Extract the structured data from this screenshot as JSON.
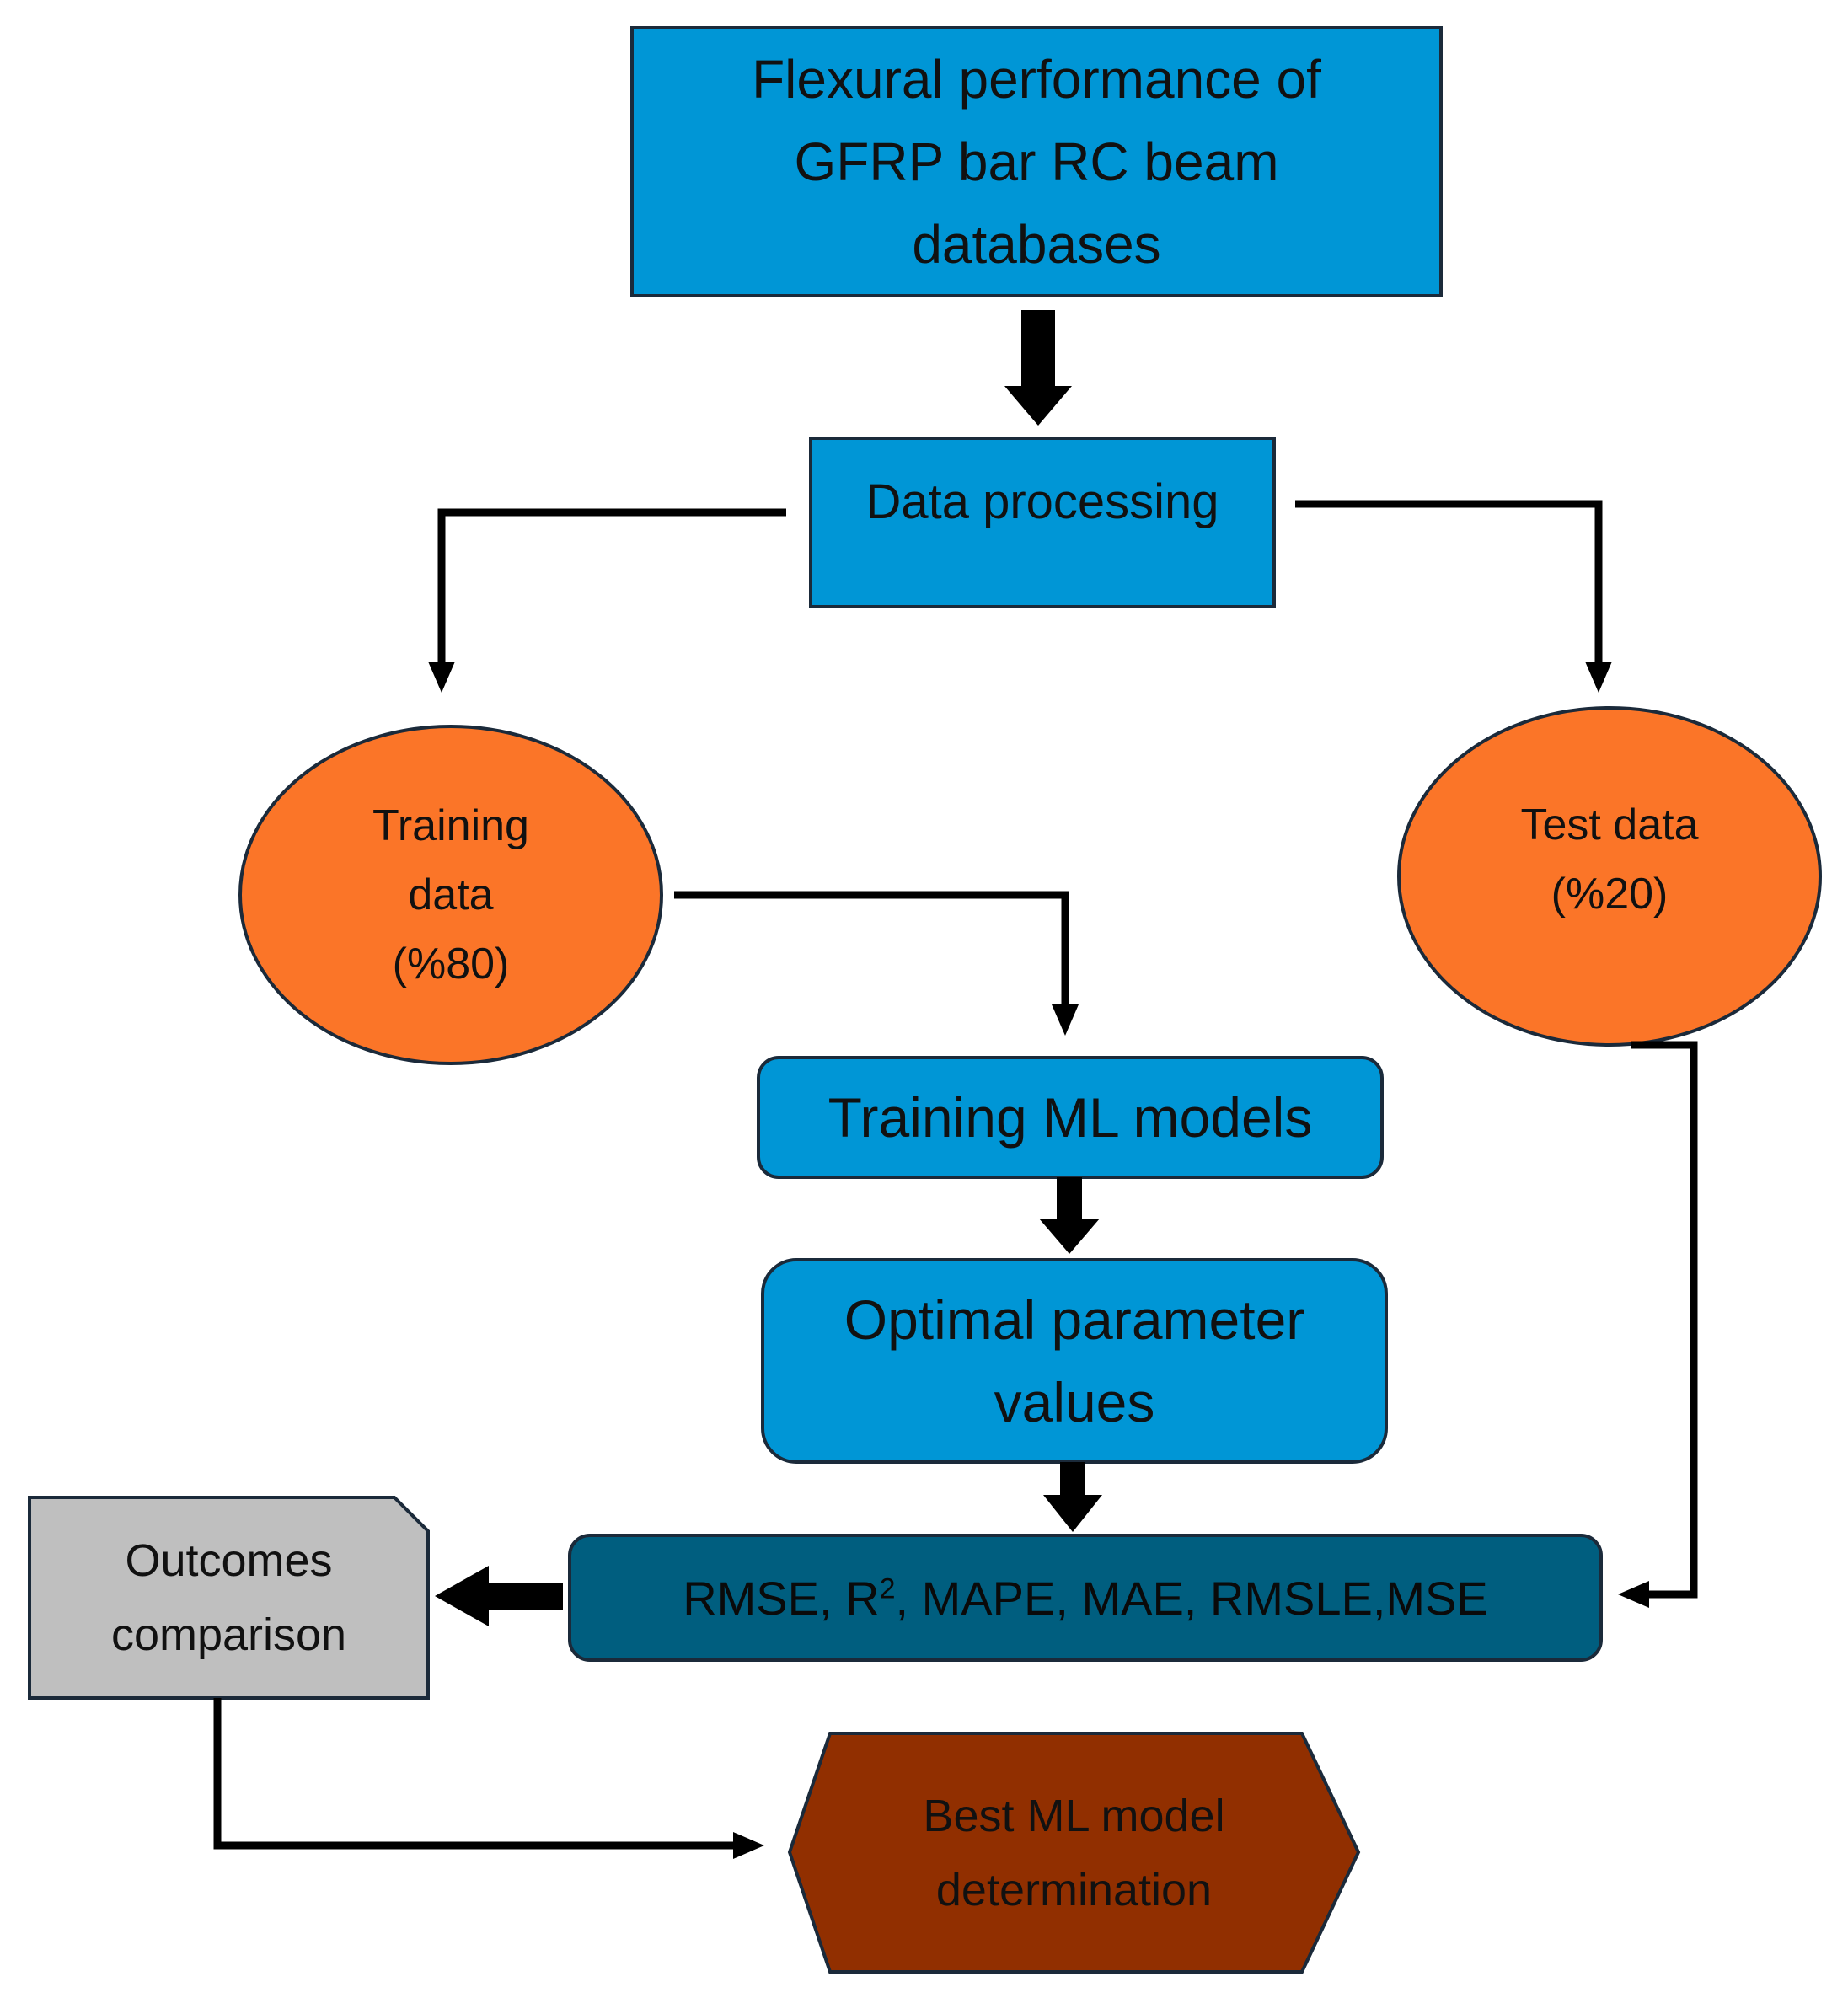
{
  "colors": {
    "blue": "#0096d6",
    "dark_blue": "#005e7f",
    "orange": "#fb7528",
    "gray": "#bfbfbf",
    "brown": "#912f00",
    "stroke": "#1b2a3a",
    "arrow": "#000000"
  },
  "nodes": {
    "databases": {
      "lines": [
        "Flexural performance of",
        "GFRP bar RC beam",
        "databases"
      ]
    },
    "processing": {
      "label": "Data processing"
    },
    "training_data": {
      "lines": [
        "Training",
        "data",
        "(%80)"
      ]
    },
    "test_data": {
      "lines": [
        "Test data",
        "(%20)"
      ]
    },
    "training_models": {
      "label": "Training ML models"
    },
    "optimal": {
      "lines": [
        "Optimal parameter",
        "values"
      ]
    },
    "metrics": {
      "before": "RMSE, R",
      "sup": "2",
      "after": ", MAPE, MAE, RMSLE,MSE"
    },
    "outcomes": {
      "lines": [
        "Outcomes",
        "comparison"
      ]
    },
    "best": {
      "lines": [
        "Best ML model",
        "determination"
      ]
    }
  }
}
